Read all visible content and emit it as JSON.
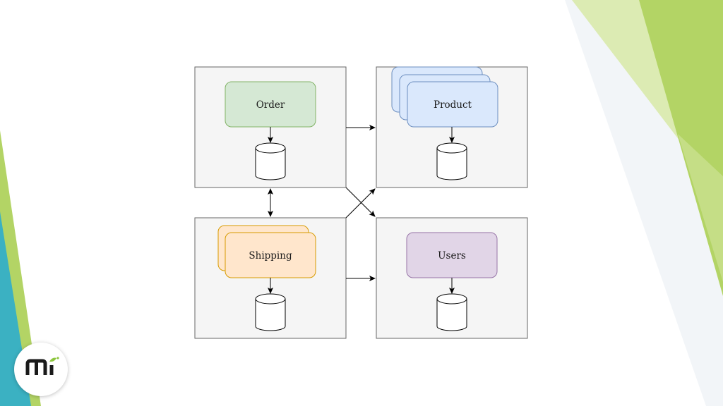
{
  "diagram": {
    "services": {
      "order": "Order",
      "product": "Product",
      "shipping": "Shipping",
      "users": "Users"
    },
    "colors": {
      "order_fill": "#d5e8d4",
      "order_stroke": "#82b366",
      "product_fill": "#dae8fc",
      "product_stroke": "#6c8ebf",
      "shipping_fill": "#ffe6cc",
      "shipping_stroke": "#d79b00",
      "users_fill": "#e1d5e7",
      "users_stroke": "#9673a6",
      "container_fill": "#f5f5f5",
      "container_stroke": "#666666"
    }
  },
  "theme": {
    "green_dark": "#b3d465",
    "green_light": "#dcebb3",
    "teal": "#3bb1c2",
    "logo_name": "mi-logo-icon"
  }
}
